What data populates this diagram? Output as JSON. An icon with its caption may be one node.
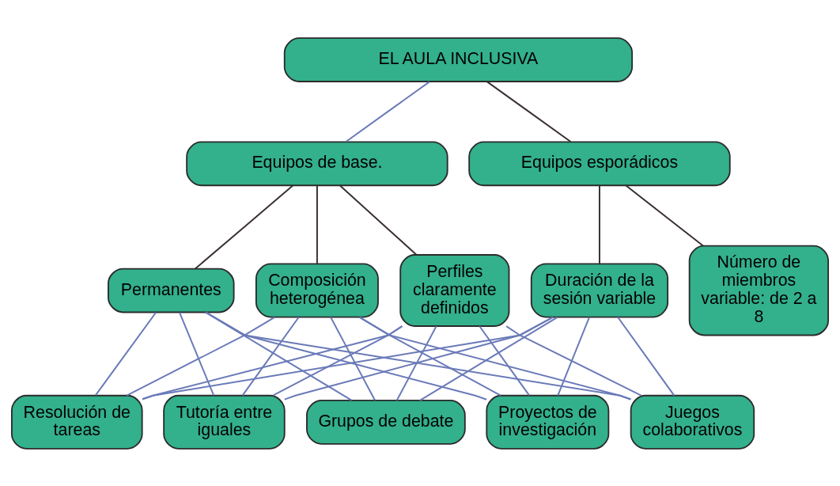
{
  "diagram": {
    "nodes": [
      {
        "text": [
          "EL AULA INCLUSIVA"
        ]
      },
      {
        "text": [
          "Equipos de base."
        ]
      },
      {
        "text": [
          "Equipos esporádicos"
        ]
      },
      {
        "text": [
          "Permanentes"
        ]
      },
      {
        "text": [
          "Composición heterogénea"
        ]
      },
      {
        "text": [
          "Perfiles claramente definidos"
        ]
      },
      {
        "text": [
          "Duración de la sesión variable"
        ]
      },
      {
        "text": [
          "Número de miembros variable: de 2 a 8"
        ]
      },
      {
        "text": [
          "Juegos colaborativos"
        ]
      },
      {
        "text": [
          "Resolución de tareas"
        ]
      },
      {
        "text": [
          "Tutoría entre iguales"
        ]
      },
      {
        "text": [
          "Grupos de debate"
        ]
      },
      {
        "text": [
          "Proyectos de investigación"
        ]
      }
    ],
    "edges": [
      {
        "from": 0,
        "to": 1,
        "arrow": "none"
      },
      {
        "from": 0,
        "to": 2,
        "arrow": "none",
        "color": "#3a3030"
      },
      {
        "from": 1,
        "to": 3,
        "arrow": "none",
        "color": "#3a3030"
      },
      {
        "from": 1,
        "to": 4,
        "arrow": "none",
        "color": "#3a3030"
      },
      {
        "from": 1,
        "to": 5,
        "arrow": "none",
        "color": "#3a3030"
      },
      {
        "from": 2,
        "to": 6,
        "arrow": "none",
        "color": "#3a3030"
      },
      {
        "from": 2,
        "to": 7,
        "arrow": "none",
        "color": "#3a3030"
      },
      {
        "from": 3,
        "to": 8,
        "arrow": "none"
      },
      {
        "from": 3,
        "to": 9,
        "arrow": "none"
      },
      {
        "from": 3,
        "to": 10,
        "arrow": "none"
      },
      {
        "from": 3,
        "to": 11,
        "arrow": "none"
      },
      {
        "from": 3,
        "to": 12,
        "arrow": "none"
      },
      {
        "from": 4,
        "to": 8,
        "arrow": "none"
      },
      {
        "from": 4,
        "to": 9,
        "arrow": "none"
      },
      {
        "from": 4,
        "to": 10,
        "arrow": "none"
      },
      {
        "from": 4,
        "to": 11,
        "arrow": "none"
      },
      {
        "from": 4,
        "to": 12,
        "arrow": "none"
      },
      {
        "from": 5,
        "to": 8,
        "arrow": "none"
      },
      {
        "from": 5,
        "to": 9,
        "arrow": "none"
      },
      {
        "from": 5,
        "to": 10,
        "arrow": "none"
      },
      {
        "from": 5,
        "to": 11,
        "arrow": "none"
      },
      {
        "from": 5,
        "to": 12,
        "arrow": "none"
      },
      {
        "from": 6,
        "to": 8,
        "arrow": "none"
      },
      {
        "from": 6,
        "to": 9,
        "arrow": "none"
      },
      {
        "from": 6,
        "to": 10,
        "arrow": "none"
      },
      {
        "from": 6,
        "to": 11,
        "arrow": "none"
      },
      {
        "from": 6,
        "to": 12,
        "arrow": "none"
      }
    ]
  }
}
